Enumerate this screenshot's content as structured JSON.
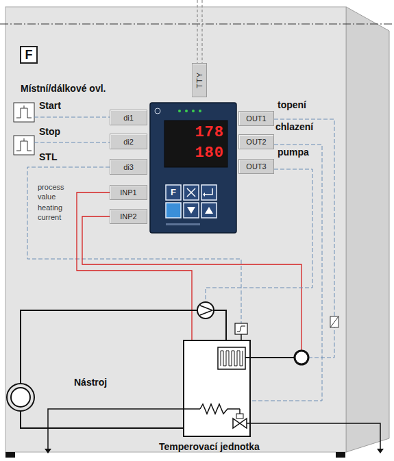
{
  "diagram": {
    "nodes": [
      {
        "text": [
          "TTY"
        ]
      },
      {
        "text": [
          "di1"
        ]
      },
      {
        "text": [
          "di2"
        ]
      },
      {
        "text": [
          "di3"
        ]
      },
      {
        "text": [
          "INP1"
        ]
      },
      {
        "text": [
          "INP2"
        ]
      },
      {
        "text": [
          "178",
          "180"
        ]
      },
      {
        "text": [
          "OUT1"
        ]
      },
      {
        "text": [
          "OUT2"
        ]
      },
      {
        "text": [
          "OUT3"
        ]
      }
    ],
    "labels": [
      "F",
      "Místní/dálkové ovl.",
      "Start",
      "Stop",
      "STL",
      "process value",
      "heating current",
      "F",
      "topení",
      "chlazení",
      "pumpa",
      "Nástroj",
      "Temperovací jednotka"
    ]
  }
}
